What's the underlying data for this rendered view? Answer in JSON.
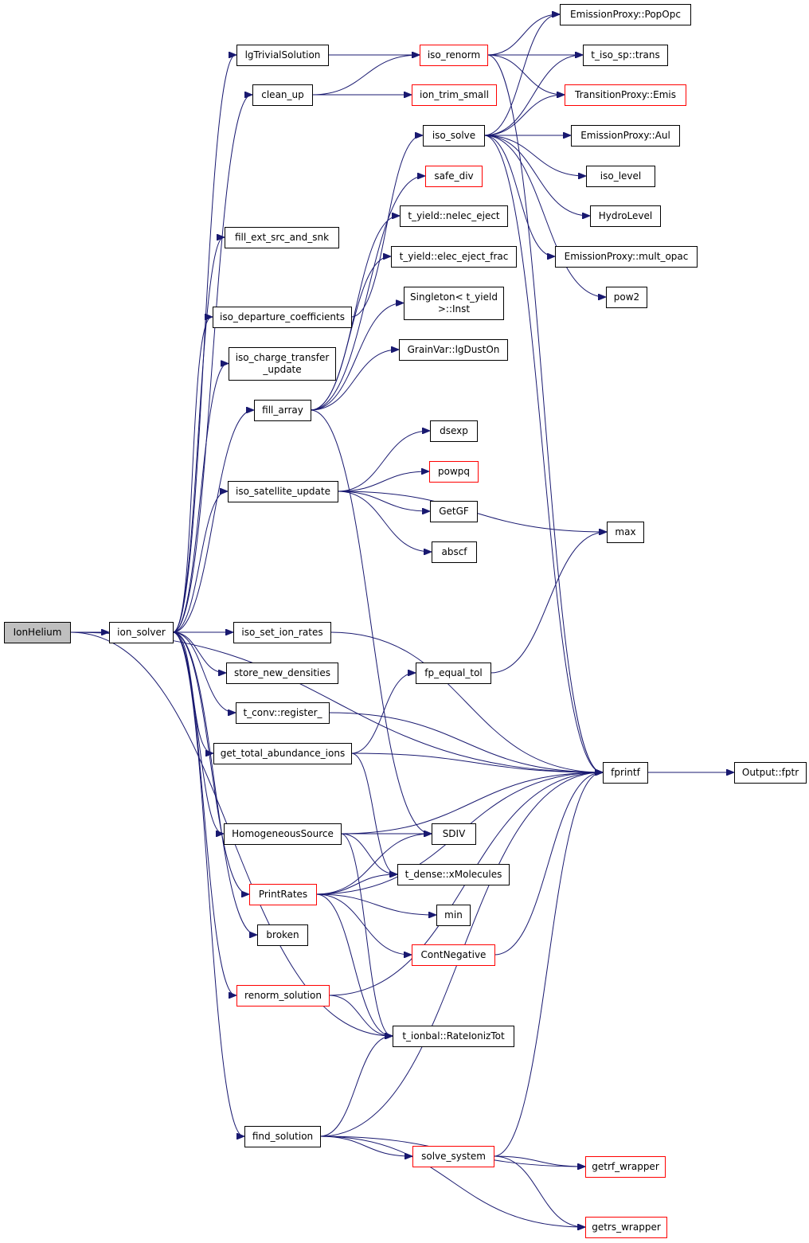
{
  "colors": {
    "edge": "#191970",
    "node_border": "#000000",
    "node_border_truncated": "#ff0000",
    "node_fill": "#ffffff",
    "root_fill": "#bfbfbf",
    "text": "#000000"
  },
  "nodes": [
    {
      "id": "IonHelium",
      "label": [
        "IonHelium"
      ],
      "root": true
    },
    {
      "id": "ion_solver",
      "label": [
        "ion_solver"
      ]
    },
    {
      "id": "lgTrivialSolution",
      "label": [
        "lgTrivialSolution"
      ]
    },
    {
      "id": "clean_up",
      "label": [
        "clean_up"
      ]
    },
    {
      "id": "fill_ext_src_and_snk",
      "label": [
        "fill_ext_src_and_snk"
      ]
    },
    {
      "id": "iso_departure_coefficients",
      "label": [
        "iso_departure_coefficients"
      ]
    },
    {
      "id": "iso_charge_transfer_update",
      "label": [
        "iso_charge_transfer",
        "_update"
      ]
    },
    {
      "id": "fill_array",
      "label": [
        "fill_array"
      ]
    },
    {
      "id": "iso_satellite_update",
      "label": [
        "iso_satellite_update"
      ]
    },
    {
      "id": "iso_set_ion_rates",
      "label": [
        "iso_set_ion_rates"
      ]
    },
    {
      "id": "store_new_densities",
      "label": [
        "store_new_densities"
      ]
    },
    {
      "id": "t_conv_register",
      "label": [
        "t_conv::register_"
      ]
    },
    {
      "id": "get_total_abundance_ions",
      "label": [
        "get_total_abundance_ions"
      ]
    },
    {
      "id": "HomogeneousSource",
      "label": [
        "HomogeneousSource"
      ]
    },
    {
      "id": "PrintRates",
      "label": [
        "PrintRates"
      ],
      "truncated": true
    },
    {
      "id": "broken",
      "label": [
        "broken"
      ]
    },
    {
      "id": "renorm_solution",
      "label": [
        "renorm_solution"
      ],
      "truncated": true
    },
    {
      "id": "find_solution",
      "label": [
        "find_solution"
      ]
    },
    {
      "id": "iso_renorm",
      "label": [
        "iso_renorm"
      ],
      "truncated": true
    },
    {
      "id": "ion_trim_small",
      "label": [
        "ion_trim_small"
      ],
      "truncated": true
    },
    {
      "id": "iso_solve",
      "label": [
        "iso_solve"
      ]
    },
    {
      "id": "safe_div",
      "label": [
        "safe_div"
      ],
      "truncated": true
    },
    {
      "id": "t_yield_nelec_eject",
      "label": [
        "t_yield::nelec_eject"
      ]
    },
    {
      "id": "t_yield_elec_eject_frac",
      "label": [
        "t_yield::elec_eject_frac"
      ]
    },
    {
      "id": "Singleton_Inst",
      "label": [
        "Singleton< t_yield",
        ">::Inst"
      ]
    },
    {
      "id": "GrainVar_lgDustOn",
      "label": [
        "GrainVar::lgDustOn"
      ]
    },
    {
      "id": "dsexp",
      "label": [
        "dsexp"
      ]
    },
    {
      "id": "powpq",
      "label": [
        "powpq"
      ],
      "truncated": true
    },
    {
      "id": "GetGF",
      "label": [
        "GetGF"
      ]
    },
    {
      "id": "abscf",
      "label": [
        "abscf"
      ]
    },
    {
      "id": "fp_equal_tol",
      "label": [
        "fp_equal_tol"
      ]
    },
    {
      "id": "SDIV",
      "label": [
        "SDIV"
      ]
    },
    {
      "id": "t_dense_xMolecules",
      "label": [
        "t_dense::xMolecules"
      ]
    },
    {
      "id": "min",
      "label": [
        "min"
      ]
    },
    {
      "id": "ContNegative",
      "label": [
        "ContNegative"
      ],
      "truncated": true
    },
    {
      "id": "t_ionbal_RateIonizTot",
      "label": [
        "t_ionbal::RateIonizTot"
      ]
    },
    {
      "id": "solve_system",
      "label": [
        "solve_system"
      ],
      "truncated": true
    },
    {
      "id": "EmissionProxy_PopOpc",
      "label": [
        "EmissionProxy::PopOpc"
      ]
    },
    {
      "id": "t_iso_sp_trans",
      "label": [
        "t_iso_sp::trans"
      ]
    },
    {
      "id": "TransitionProxy_Emis",
      "label": [
        "TransitionProxy::Emis"
      ],
      "truncated": true
    },
    {
      "id": "EmissionProxy_Aul",
      "label": [
        "EmissionProxy::Aul"
      ]
    },
    {
      "id": "iso_level",
      "label": [
        "iso_level"
      ]
    },
    {
      "id": "HydroLevel",
      "label": [
        "HydroLevel"
      ]
    },
    {
      "id": "EmissionProxy_mult_opac",
      "label": [
        "EmissionProxy::mult_opac"
      ]
    },
    {
      "id": "pow2",
      "label": [
        "pow2"
      ]
    },
    {
      "id": "max",
      "label": [
        "max"
      ]
    },
    {
      "id": "fprintf",
      "label": [
        "fprintf"
      ]
    },
    {
      "id": "Output_fptr",
      "label": [
        "Output::fptr"
      ]
    },
    {
      "id": "getrf_wrapper",
      "label": [
        "getrf_wrapper"
      ],
      "truncated": true
    },
    {
      "id": "getrs_wrapper",
      "label": [
        "getrs_wrapper"
      ],
      "truncated": true
    }
  ],
  "edges": [
    [
      "IonHelium",
      "ion_solver"
    ],
    [
      "IonHelium",
      "fprintf"
    ],
    [
      "IonHelium",
      "t_ionbal_RateIonizTot"
    ],
    [
      "ion_solver",
      "lgTrivialSolution"
    ],
    [
      "ion_solver",
      "clean_up"
    ],
    [
      "ion_solver",
      "fill_ext_src_and_snk"
    ],
    [
      "ion_solver",
      "iso_departure_coefficients"
    ],
    [
      "ion_solver",
      "iso_charge_transfer_update"
    ],
    [
      "ion_solver",
      "fill_array"
    ],
    [
      "ion_solver",
      "iso_satellite_update"
    ],
    [
      "ion_solver",
      "iso_set_ion_rates"
    ],
    [
      "ion_solver",
      "store_new_densities"
    ],
    [
      "ion_solver",
      "t_conv_register"
    ],
    [
      "ion_solver",
      "get_total_abundance_ions"
    ],
    [
      "ion_solver",
      "HomogeneousSource"
    ],
    [
      "ion_solver",
      "PrintRates"
    ],
    [
      "ion_solver",
      "broken"
    ],
    [
      "ion_solver",
      "renorm_solution"
    ],
    [
      "ion_solver",
      "find_solution"
    ],
    [
      "lgTrivialSolution",
      "iso_renorm"
    ],
    [
      "clean_up",
      "iso_renorm"
    ],
    [
      "clean_up",
      "ion_trim_small"
    ],
    [
      "iso_renorm",
      "EmissionProxy_PopOpc"
    ],
    [
      "iso_renorm",
      "t_iso_sp_trans"
    ],
    [
      "iso_renorm",
      "TransitionProxy_Emis"
    ],
    [
      "iso_renorm",
      "fprintf"
    ],
    [
      "iso_departure_coefficients",
      "iso_solve"
    ],
    [
      "iso_solve",
      "EmissionProxy_PopOpc"
    ],
    [
      "iso_solve",
      "t_iso_sp_trans"
    ],
    [
      "iso_solve",
      "TransitionProxy_Emis"
    ],
    [
      "iso_solve",
      "EmissionProxy_Aul"
    ],
    [
      "iso_solve",
      "iso_level"
    ],
    [
      "iso_solve",
      "HydroLevel"
    ],
    [
      "iso_solve",
      "EmissionProxy_mult_opac"
    ],
    [
      "iso_solve",
      "pow2"
    ],
    [
      "iso_solve",
      "fprintf"
    ],
    [
      "fill_array",
      "safe_div"
    ],
    [
      "fill_array",
      "t_yield_nelec_eject"
    ],
    [
      "fill_array",
      "t_yield_elec_eject_frac"
    ],
    [
      "fill_array",
      "Singleton_Inst"
    ],
    [
      "fill_array",
      "GrainVar_lgDustOn"
    ],
    [
      "fill_array",
      "SDIV"
    ],
    [
      "iso_satellite_update",
      "max"
    ],
    [
      "iso_satellite_update",
      "dsexp"
    ],
    [
      "iso_satellite_update",
      "powpq"
    ],
    [
      "iso_satellite_update",
      "GetGF"
    ],
    [
      "iso_satellite_update",
      "abscf"
    ],
    [
      "iso_set_ion_rates",
      "fprintf"
    ],
    [
      "t_conv_register",
      "fprintf"
    ],
    [
      "get_total_abundance_ions",
      "fp_equal_tol"
    ],
    [
      "get_total_abundance_ions",
      "fprintf"
    ],
    [
      "get_total_abundance_ions",
      "t_dense_xMolecules"
    ],
    [
      "fp_equal_tol",
      "max"
    ],
    [
      "HomogeneousSource",
      "fprintf"
    ],
    [
      "HomogeneousSource",
      "SDIV"
    ],
    [
      "HomogeneousSource",
      "t_dense_xMolecules"
    ],
    [
      "HomogeneousSource",
      "t_ionbal_RateIonizTot"
    ],
    [
      "PrintRates",
      "SDIV"
    ],
    [
      "PrintRates",
      "t_dense_xMolecules"
    ],
    [
      "PrintRates",
      "min"
    ],
    [
      "PrintRates",
      "ContNegative"
    ],
    [
      "PrintRates",
      "fprintf"
    ],
    [
      "PrintRates",
      "t_ionbal_RateIonizTot"
    ],
    [
      "ContNegative",
      "fprintf"
    ],
    [
      "renorm_solution",
      "t_ionbal_RateIonizTot"
    ],
    [
      "renorm_solution",
      "fprintf"
    ],
    [
      "find_solution",
      "t_ionbal_RateIonizTot"
    ],
    [
      "find_solution",
      "fprintf"
    ],
    [
      "find_solution",
      "solve_system"
    ],
    [
      "find_solution",
      "getrf_wrapper"
    ],
    [
      "find_solution",
      "getrs_wrapper"
    ],
    [
      "solve_system",
      "fprintf"
    ],
    [
      "solve_system",
      "getrf_wrapper"
    ],
    [
      "solve_system",
      "getrs_wrapper"
    ],
    [
      "fprintf",
      "Output_fptr"
    ]
  ]
}
